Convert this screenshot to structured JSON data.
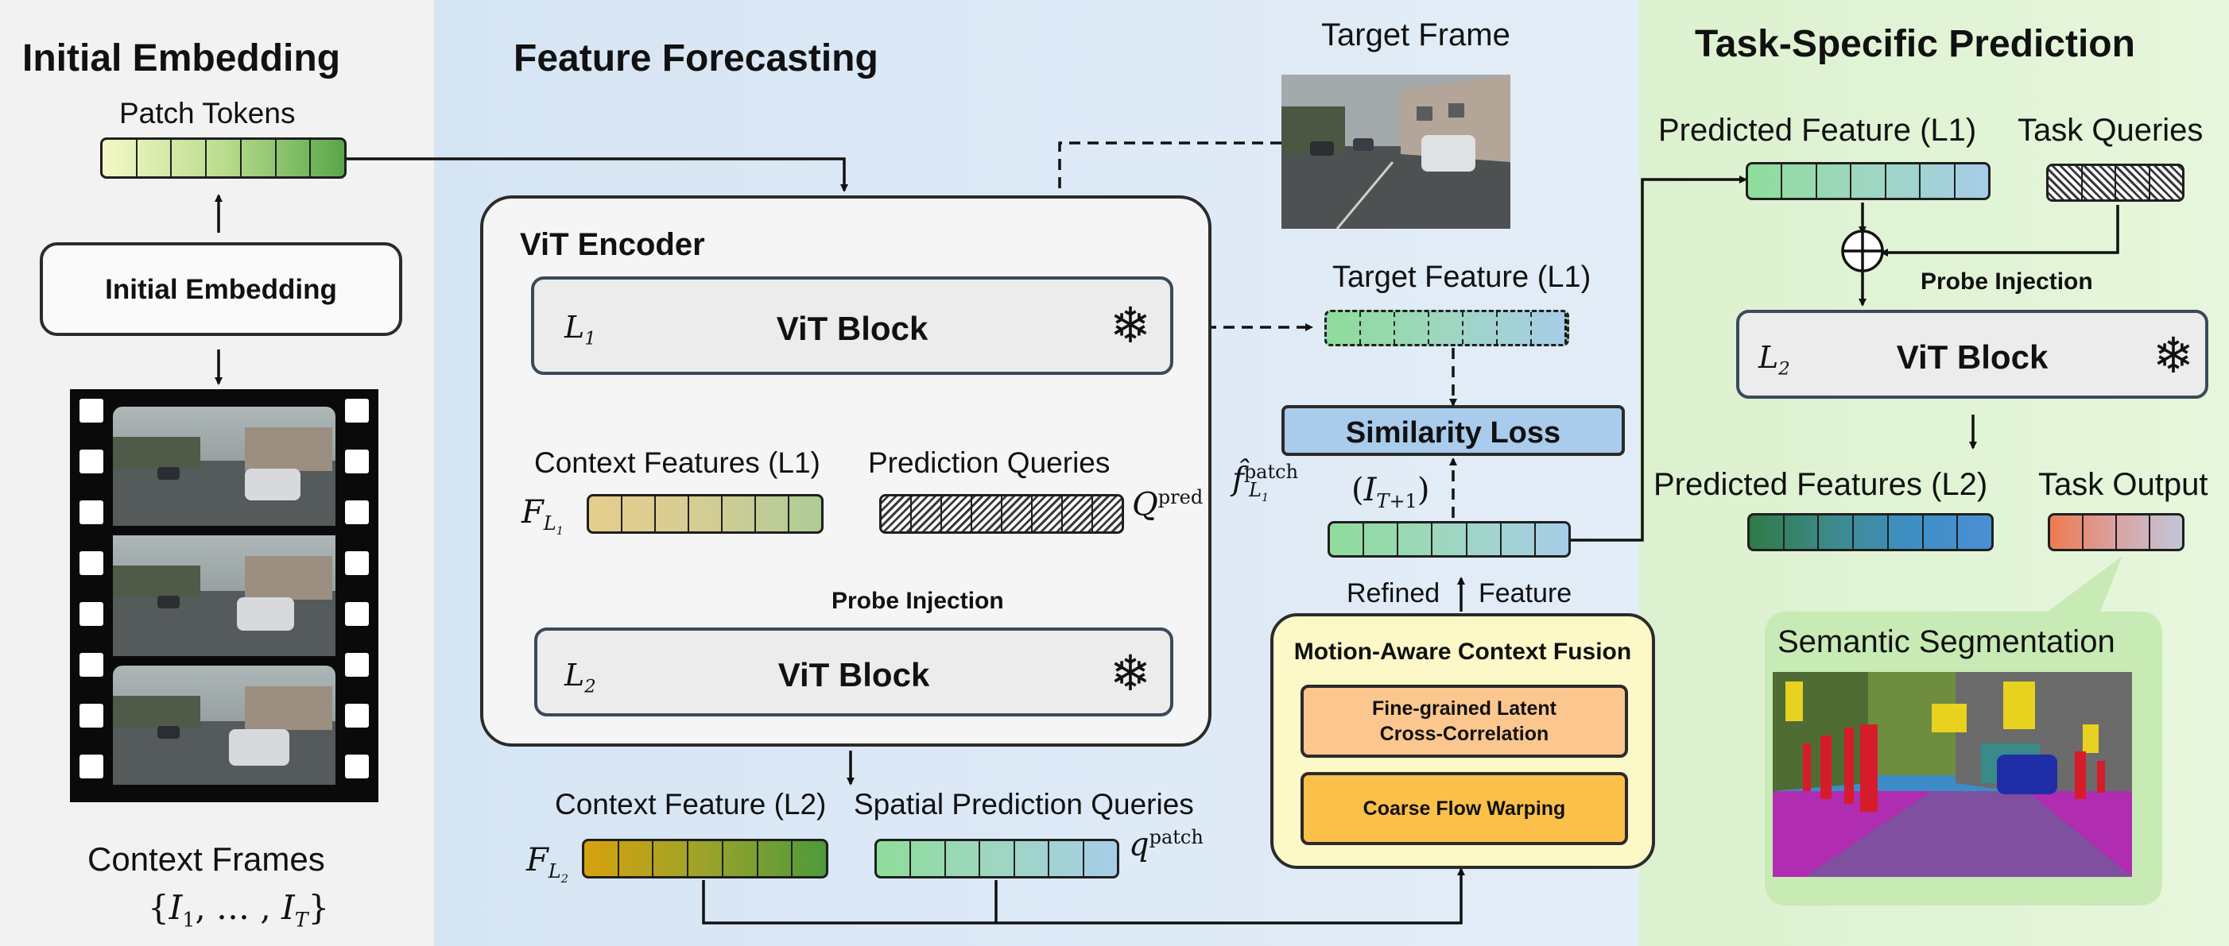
{
  "sections": {
    "initial_embedding": "Initial Embedding",
    "feature_forecasting": "Feature Forecasting",
    "task_specific_prediction": "Task-Specific Prediction"
  },
  "left": {
    "patch_tokens": "Patch Tokens",
    "initial_embedding_box": "Initial Embedding",
    "context_frames": "Context Frames",
    "context_frames_set": "{I1, … , IT}"
  },
  "encoder": {
    "title": "ViT Encoder",
    "vit_block": "ViT Block",
    "layer1": "L1",
    "layer2": "L2",
    "context_features_l1": "Context Features (L1)",
    "prediction_queries": "Prediction Queries",
    "f_l1": "FL1",
    "q_pred": "Qpred",
    "probe_injection": "Probe Injection"
  },
  "bottom": {
    "context_feature_l2": "Context Feature (L2)",
    "spatial_prediction_queries": "Spatial Prediction Queries",
    "f_l2": "FL2",
    "q_patch": "qpatch"
  },
  "middle": {
    "target_frame": "Target Frame",
    "target_feature_l1": "Target Feature (L1)",
    "similarity_loss": "Similarity Loss",
    "f_hat": "f̂patchL1 (IT+1)",
    "refined": "Refined",
    "feature": "Feature",
    "fusion_title": "Motion-Aware Context Fusion",
    "fusion_item1": "Fine-grained Latent Cross-Correlation",
    "fusion_item2": "Coarse Flow Warping"
  },
  "right": {
    "predicted_feature_l1": "Predicted Feature (L1)",
    "task_queries": "Task Queries",
    "probe_injection": "Probe Injection",
    "vit_block": "ViT Block",
    "layer2": "L2",
    "predicted_features_l2": "Predicted Features (L2)",
    "task_output": "Task Output",
    "semantic_segmentation": "Semantic Segmentation"
  },
  "colors": {
    "left_bg": "#f2f2f2",
    "middle_bg": "#dde9f5",
    "right_bg": "#e1f3d6",
    "similarity_loss_fill": "#a9cbec",
    "fusion_fill": "#fdf8c8",
    "fusion_item1_fill": "#fcc78e",
    "fusion_item2_fill": "#fbc04a",
    "callout_fill": "#c8eab4"
  },
  "icons": [
    "snowflake-icon",
    "circled-plus-icon",
    "film-strip-icon"
  ]
}
